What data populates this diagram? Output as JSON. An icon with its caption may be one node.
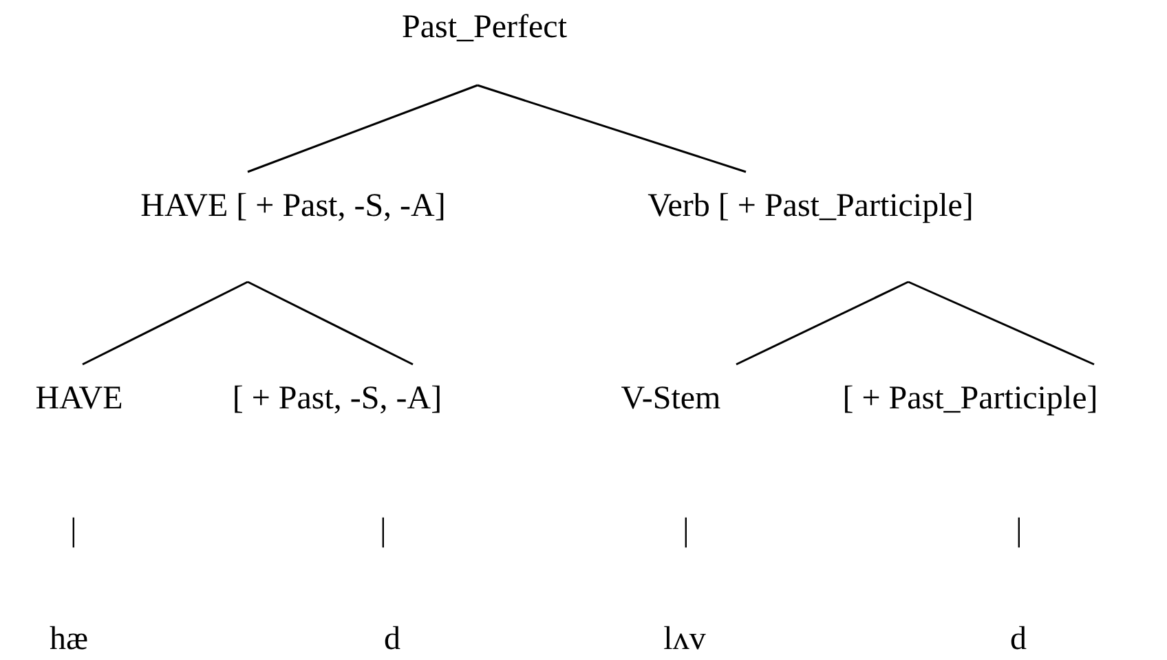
{
  "diagram": {
    "nodes": [
      {
        "text": [
          "Past_Perfect"
        ]
      },
      {
        "text": [
          "HAVE [ + Past, -S, -A]"
        ]
      },
      {
        "text": [
          "Verb [ + Past_Participle]"
        ]
      },
      {
        "text": [
          "HAVE"
        ]
      },
      {
        "text": [
          "[ + Past, -S, -A]"
        ]
      },
      {
        "text": [
          "V-Stem"
        ]
      },
      {
        "text": [
          "[ + Past_Participle]"
        ]
      },
      {
        "text": [
          "hæ"
        ]
      },
      {
        "text": [
          "d"
        ]
      },
      {
        "text": [
          "lʌv"
        ]
      },
      {
        "text": [
          "d"
        ]
      }
    ],
    "edges": [
      {
        "from": 0,
        "to": 1,
        "arrow": "none"
      },
      {
        "from": 0,
        "to": 2,
        "arrow": "none"
      },
      {
        "from": 1,
        "to": 3,
        "arrow": "none"
      },
      {
        "from": 1,
        "to": 4,
        "arrow": "none"
      },
      {
        "from": 2,
        "to": 5,
        "arrow": "none"
      },
      {
        "from": 2,
        "to": 6,
        "arrow": "none"
      }
    ],
    "labels": [
      "|",
      "|",
      "|",
      "|"
    ]
  }
}
